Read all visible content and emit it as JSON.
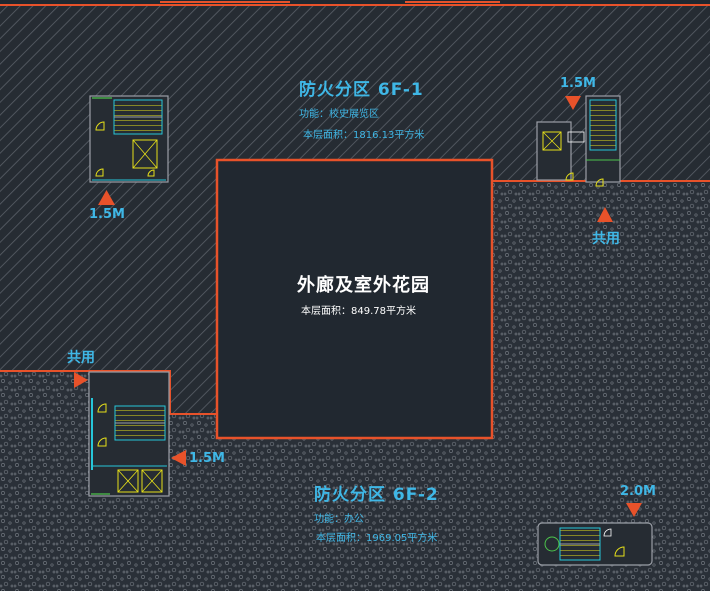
{
  "zones": {
    "upper": {
      "title": "防火分区 6F-1",
      "function": "功能：校史展览区",
      "area": "本层面积：1816.13平方米"
    },
    "center": {
      "title": "外廊及室外花园",
      "area": "本层面积：849.78平方米"
    },
    "lower": {
      "title": "防火分区 6F-2",
      "function": "功能：办公",
      "area": "本层面积：1969.05平方米"
    }
  },
  "markers": {
    "upper_left_width": "1.5M",
    "upper_right_width": "1.5M",
    "upper_right_shared": "共用",
    "lower_left_shared": "共用",
    "lower_left_width": "1.5M",
    "lower_right_width": "2.0M"
  },
  "colors": {
    "background": "#212830",
    "hatch": "#5a6068",
    "boundary": "#e8522a",
    "cyan_text": "#3fb7e6",
    "stair_yellow": "#e6e01a",
    "wall_gray": "#9a9ea6",
    "wall_cyan": "#26c6da",
    "text_white": "#ffffff",
    "door_green": "#4cc44c"
  }
}
